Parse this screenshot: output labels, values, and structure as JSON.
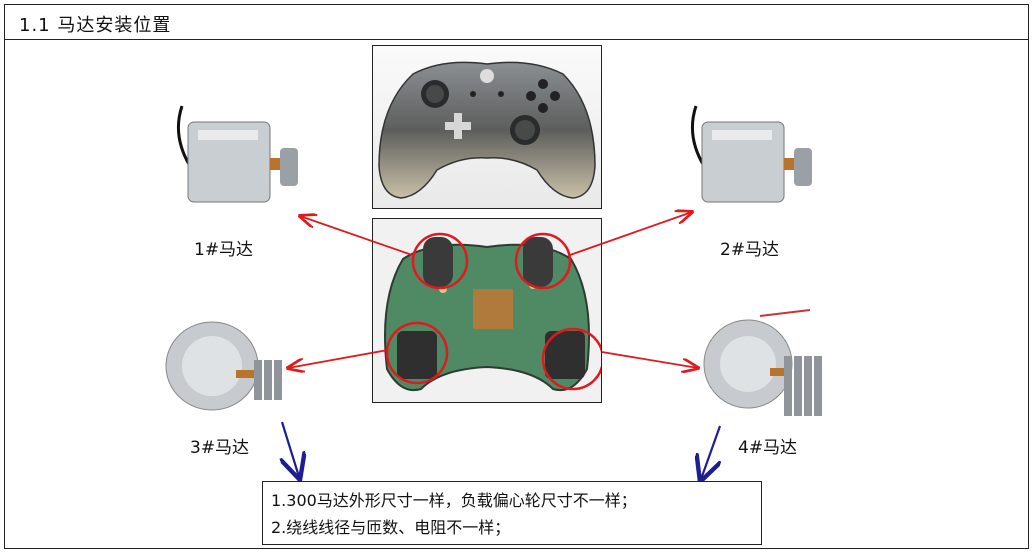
{
  "header": {
    "title": "1.1 马达安装位置"
  },
  "motors": {
    "m1": "1#马达",
    "m2": "2#马达",
    "m3": "3#马达",
    "m4": "4#马达"
  },
  "note": {
    "line1": "1.300马达外形尺寸一样，负载偏心轮尺寸不一样；",
    "line2": "2.绕线线径与匝数、电阻不一样；"
  },
  "colors": {
    "arrow_red": "#e0191e",
    "arrow_blue": "#1f1d8f"
  }
}
